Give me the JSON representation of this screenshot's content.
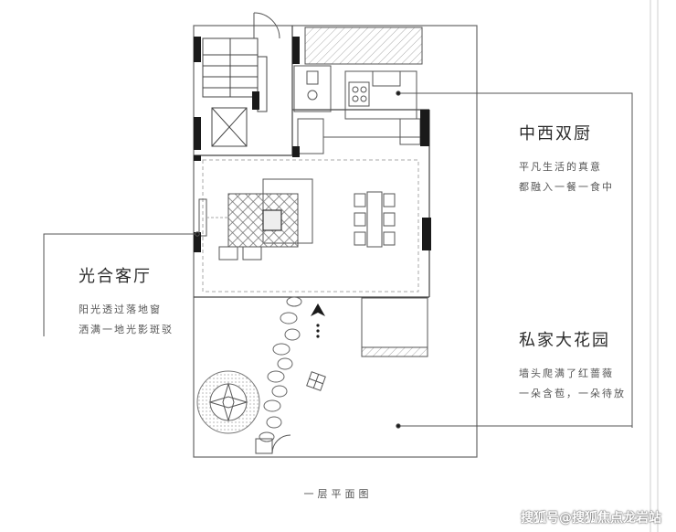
{
  "annotations": {
    "kitchen": {
      "title": "中西双厨",
      "lines": [
        "平凡生活的真意",
        "都融入一餐一食中"
      ]
    },
    "living": {
      "title": "光合客厅",
      "lines": [
        "阳光透过落地窗",
        "洒满一地光影斑驳"
      ]
    },
    "garden": {
      "title": "私家大花园",
      "lines": [
        "墙头爬满了红蔷薇",
        "一朵含苞，一朵待放"
      ]
    }
  },
  "caption": "一层平面图",
  "watermark": "搜狐号@搜狐焦点龙岩站",
  "colors": {
    "wall": "#1a1a1a",
    "line": "#555555",
    "thin": "#999999",
    "dashed": "#aaaaaa"
  }
}
